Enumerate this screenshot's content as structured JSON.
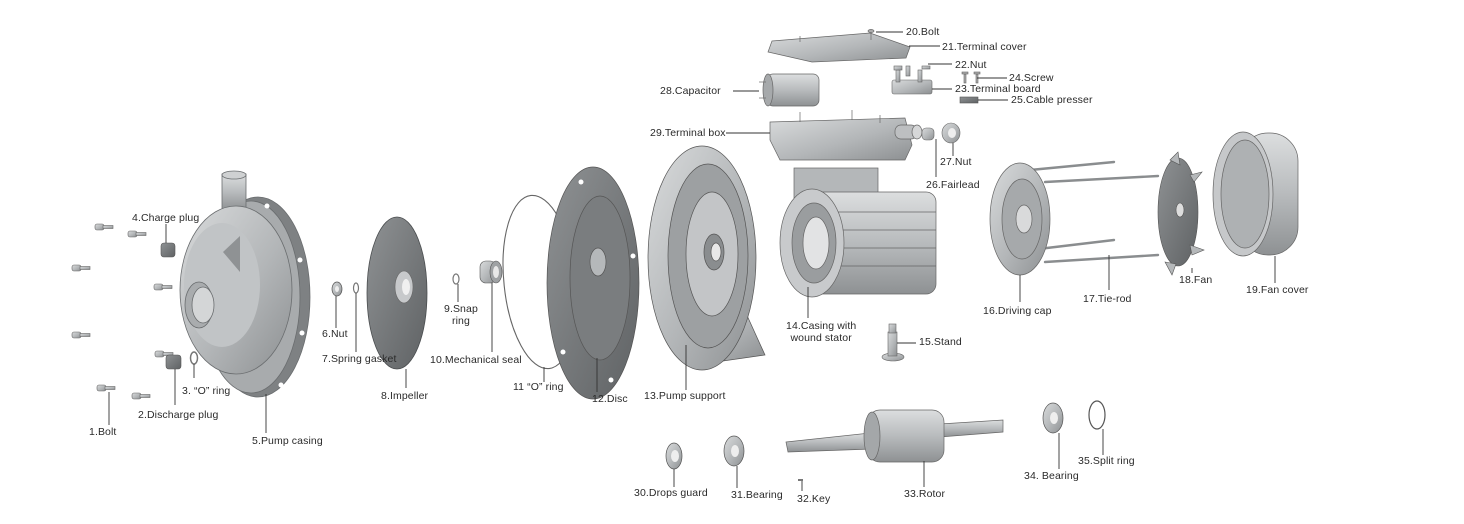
{
  "diagram": {
    "title": "Pump exploded view",
    "colors": {
      "background": "#ffffff",
      "part_fill": "#b9bcbe",
      "part_dark": "#8c8f91",
      "part_light": "#d8dadb",
      "line": "#333333",
      "text": "#2a2a2a"
    },
    "parts": [
      {
        "no": "1",
        "label": "1.Bolt"
      },
      {
        "no": "2",
        "label": "2.Discharge plug"
      },
      {
        "no": "3",
        "label": "3. “O” ring"
      },
      {
        "no": "4",
        "label": "4.Charge plug"
      },
      {
        "no": "5",
        "label": "5.Pump casing"
      },
      {
        "no": "6",
        "label": "6.Nut"
      },
      {
        "no": "7",
        "label": "7.Spring gasket"
      },
      {
        "no": "8",
        "label": "8.Impeller"
      },
      {
        "no": "9",
        "label": "9.Snap",
        "label2": "ring"
      },
      {
        "no": "10",
        "label": "10.Mechanical seal"
      },
      {
        "no": "11",
        "label": "11 “O” ring"
      },
      {
        "no": "12",
        "label": "12.Disc"
      },
      {
        "no": "13",
        "label": "13.Pump support"
      },
      {
        "no": "14",
        "label": "14.Casing with",
        "label2": "wound stator"
      },
      {
        "no": "15",
        "label": "15.Stand"
      },
      {
        "no": "16",
        "label": "16.Driving cap"
      },
      {
        "no": "17",
        "label": "17.Tie-rod"
      },
      {
        "no": "18",
        "label": "18.Fan"
      },
      {
        "no": "19",
        "label": "19.Fan cover"
      },
      {
        "no": "20",
        "label": "20.Bolt"
      },
      {
        "no": "21",
        "label": "21.Terminal cover"
      },
      {
        "no": "22",
        "label": "22.Nut"
      },
      {
        "no": "23",
        "label": "23.Terminal board"
      },
      {
        "no": "24",
        "label": "24.Screw"
      },
      {
        "no": "25",
        "label": "25.Cable presser"
      },
      {
        "no": "26",
        "label": "26.Fairlead"
      },
      {
        "no": "27",
        "label": "27.Nut"
      },
      {
        "no": "28",
        "label": "28.Capacitor"
      },
      {
        "no": "29",
        "label": "29.Terminal box"
      },
      {
        "no": "30",
        "label": "30.Drops guard"
      },
      {
        "no": "31",
        "label": "31.Bearing"
      },
      {
        "no": "32",
        "label": "32.Key"
      },
      {
        "no": "33",
        "label": "33.Rotor"
      },
      {
        "no": "34",
        "label": "34. Bearing"
      },
      {
        "no": "35",
        "label": "35.Split ring"
      }
    ]
  }
}
